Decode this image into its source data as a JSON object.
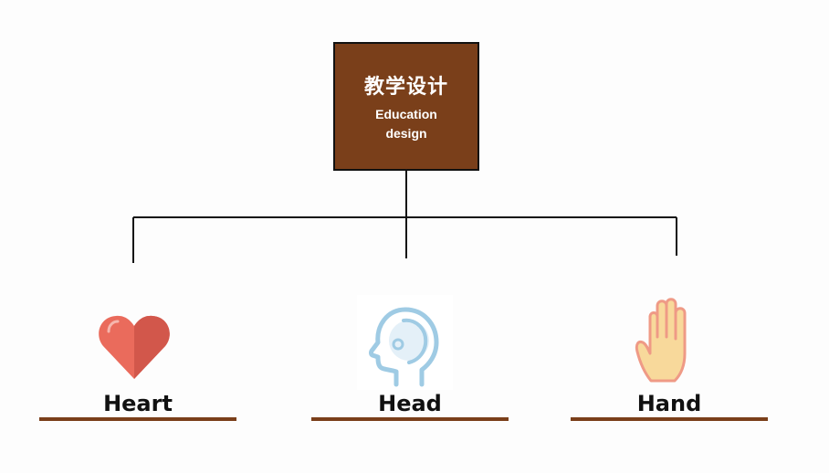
{
  "root": {
    "title": "教学设计",
    "subtitle_line1": "Education",
    "subtitle_line2": "design"
  },
  "branches": [
    {
      "label": "Heart",
      "icon": "heart-icon"
    },
    {
      "label": "Head",
      "icon": "head-icon"
    },
    {
      "label": "Hand",
      "icon": "hand-icon"
    }
  ],
  "colors": {
    "root_fill": "#7a3f1a",
    "underline": "#7a3f1a",
    "heart": "#e8685a",
    "head": "#a6cde6",
    "hand": "#f7d89a"
  }
}
